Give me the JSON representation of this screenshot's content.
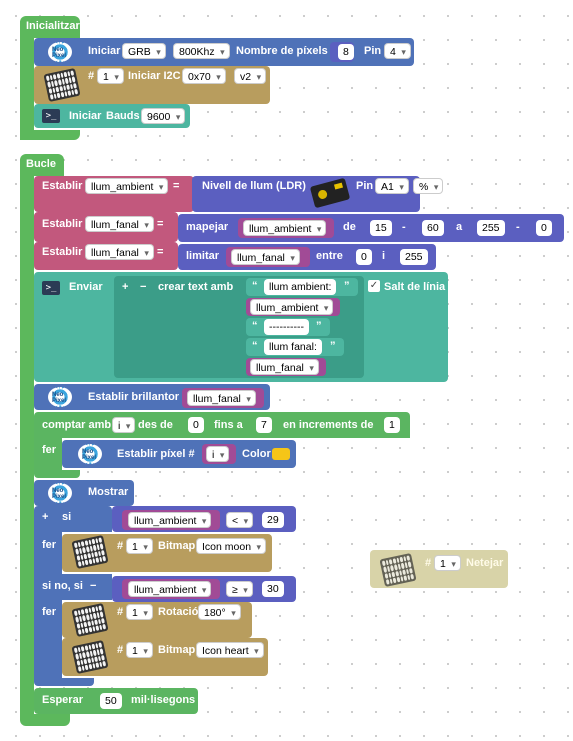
{
  "init": {
    "hat_label": "Inicialitzar",
    "neopixel": {
      "label": "Iniciar",
      "type": "GRB",
      "freq": "800Khz",
      "count_label": "Nombre de píxels",
      "count": "8",
      "pin_label": "Pin",
      "pin": "4"
    },
    "matrix": {
      "hash": "#",
      "id": "1",
      "label": "Iniciar I2C",
      "addr": "0x70",
      "ver": "v2"
    },
    "serial": {
      "label": "Iniciar",
      "bauds_label": "Bauds",
      "bauds": "9600"
    }
  },
  "loop": {
    "hat_label": "Bucle",
    "set1": {
      "label": "Establir",
      "var": "llum_ambient",
      "eq": "=",
      "sensor_label": "Nivell de llum (LDR)",
      "pin_label": "Pin",
      "pin": "A1",
      "unit": "%"
    },
    "set2": {
      "label": "Establir",
      "var": "llum_fanal",
      "eq": "=",
      "map_label": "mapejar",
      "map_var": "llum_ambient",
      "de": "de",
      "from_lo": "15",
      "dash1": "-",
      "from_hi": "60",
      "a": "a",
      "to_lo": "255",
      "dash2": "-",
      "to_hi": "0"
    },
    "set3": {
      "label": "Establir",
      "var": "llum_fanal",
      "eq": "=",
      "limit_label": "limitar",
      "limit_var": "llum_fanal",
      "between": "entre",
      "lo": "0",
      "i": "i",
      "hi": "255"
    },
    "send": {
      "label": "Enviar",
      "plus": "+",
      "minus": "−",
      "create_text": "crear text amb",
      "t1": "llum ambient:",
      "v1": "llum_ambient",
      "t2": "----------",
      "t3": "llum fanal:",
      "v2": "llum_fanal",
      "newline_label": "Salt de línia"
    },
    "brightness": {
      "label": "Establir brillantor",
      "var": "llum_fanal"
    },
    "count": {
      "label": "comptar amb",
      "var": "i",
      "from": "des de",
      "start": "0",
      "to": "fins a",
      "end": "7",
      "step_label": "en increments de",
      "step": "1",
      "do": "fer"
    },
    "pixel": {
      "label": "Establir píxel #",
      "var": "i",
      "color_label": "Color"
    },
    "show": {
      "label": "Mostrar"
    },
    "if": {
      "plus": "+",
      "si": "si",
      "var": "llum_ambient",
      "op": "<",
      "val": "29",
      "fer": "fer",
      "elif": "si no, si",
      "minus": "−",
      "var2": "llum_ambient",
      "op2": "≥",
      "val2": "30",
      "fer2": "fer"
    },
    "bitmap1": {
      "hash": "#",
      "id": "1",
      "label": "Bitmap",
      "icon": "Icon moon"
    },
    "rotate": {
      "hash": "#",
      "id": "1",
      "label": "Rotació",
      "deg": "180°"
    },
    "bitmap2": {
      "hash": "#",
      "id": "1",
      "label": "Bitmap",
      "icon": "Icon heart"
    },
    "wait": {
      "label": "Esperar",
      "ms": "50",
      "unit": "mil·lisegons"
    }
  },
  "floating": {
    "hash": "#",
    "id": "1",
    "label": "Netejar"
  },
  "icons": {
    "neopixel": "neopixel-icon",
    "matrix": "led-matrix-icon",
    "serial": "serial-terminal-icon",
    "ldr": "ldr-sensor-icon"
  },
  "colors": {
    "pixel_color": "#f5c518"
  }
}
